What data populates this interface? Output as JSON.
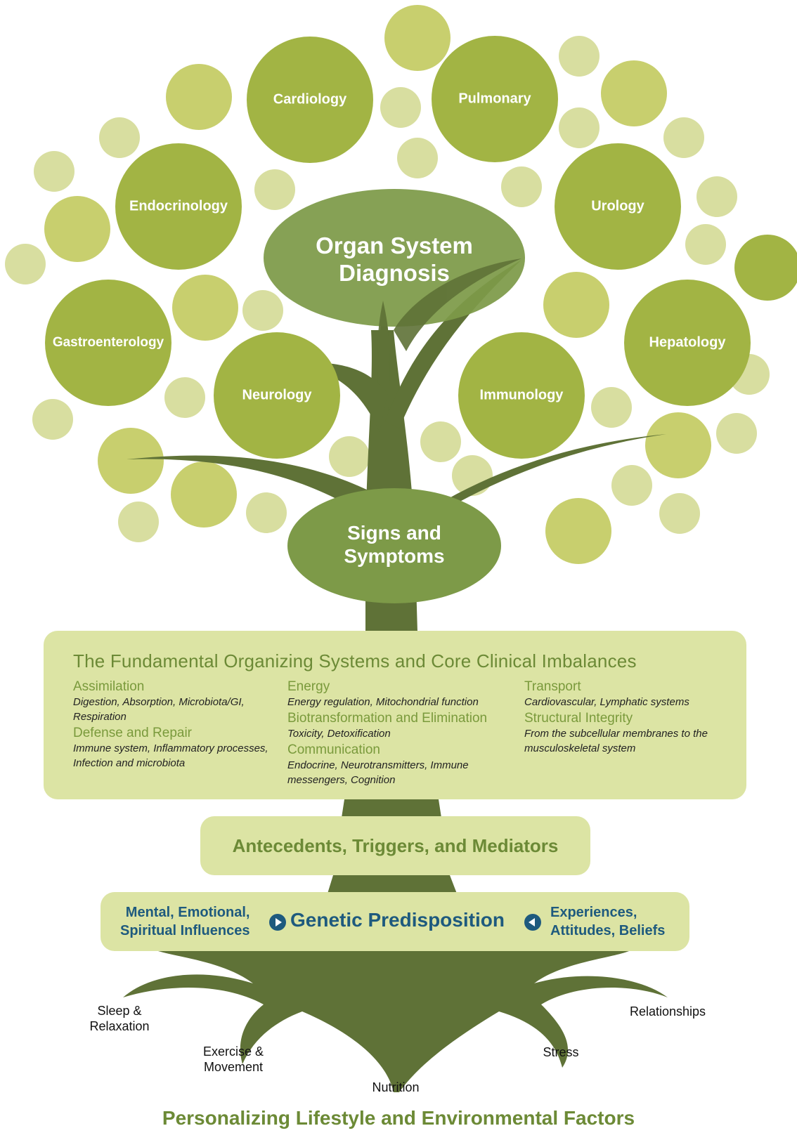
{
  "colors": {
    "bubble_main": "#a2b444",
    "bubble_light": "#c8cf6e",
    "bubble_pale": "#d8dea0",
    "trunk": "#5f7237",
    "oval": "#7d9a48",
    "panel": "#dce4a4",
    "heading_green": "#6c8a36",
    "blue": "#1e5a7e"
  },
  "canopy": {
    "center_title_line1": "Organ System",
    "center_title_line2": "Diagnosis",
    "organ_systems": [
      "Cardiology",
      "Pulmonary",
      "Endocrinology",
      "Urology",
      "Gastroenterology",
      "Hepatology",
      "Neurology",
      "Immunology"
    ]
  },
  "signs": {
    "line1": "Signs and",
    "line2": "Symptoms"
  },
  "fundamentals": {
    "heading": "The Fundamental Organizing Systems and Core Clinical Imbalances",
    "columns": [
      [
        {
          "title": "Assimilation",
          "desc": "Digestion, Absorption, Microbiota/GI, Respiration"
        },
        {
          "title": "Defense and Repair",
          "desc": "Immune system, Inflammatory processes, Infection and microbiota"
        }
      ],
      [
        {
          "title": "Energy",
          "desc": "Energy regulation, Mitochondrial function"
        },
        {
          "title": "Biotransformation and Elimination",
          "desc": "Toxicity, Detoxification"
        },
        {
          "title": "Communication",
          "desc": "Endocrine, Neurotransmitters, Immune messengers, Cognition"
        }
      ],
      [
        {
          "title": "Transport",
          "desc": "Cardiovascular, Lymphatic systems"
        },
        {
          "title": "Structural Integrity",
          "desc": "From the subcellular membranes to the musculoskeletal system"
        }
      ]
    ]
  },
  "antecedents": {
    "label": "Antecedents, Triggers, and Mediators"
  },
  "genetic": {
    "left_line1": "Mental, Emotional,",
    "left_line2": "Spiritual Influences",
    "center": "Genetic Predisposition",
    "right_line1": "Experiences,",
    "right_line2": "Attitudes, Beliefs"
  },
  "roots": {
    "sleep_line1": "Sleep &",
    "sleep_line2": "Relaxation",
    "exercise_line1": "Exercise &",
    "exercise_line2": "Movement",
    "nutrition": "Nutrition",
    "stress": "Stress",
    "relationships": "Relationships"
  },
  "footer": {
    "title": "Personalizing Lifestyle and Environmental Factors"
  }
}
